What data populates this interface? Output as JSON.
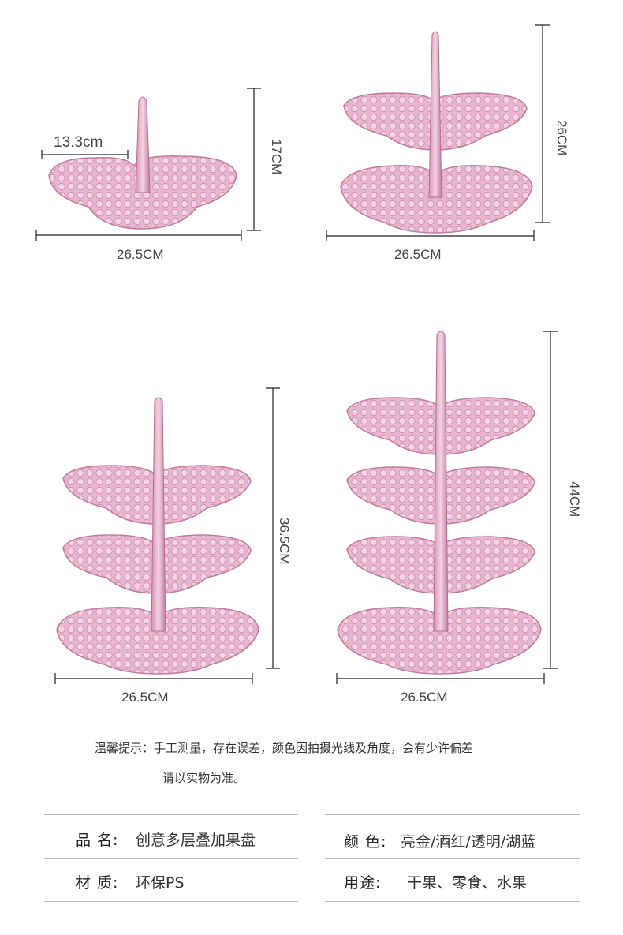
{
  "figures": {
    "fig1": {
      "width_label": "26.5CM",
      "height_label": "17CM",
      "radius_label": "13.3cm"
    },
    "fig2": {
      "width_label": "26.5CM",
      "height_label": "26CM"
    },
    "fig3": {
      "width_label": "26.5CM",
      "height_label": "36.5CM"
    },
    "fig4": {
      "width_label": "26.5CM",
      "height_label": "44CM"
    }
  },
  "note": {
    "line1": "温馨提示：手工测量，存在误差，颜色因拍摄光线及角度，会有少许偏差",
    "line2": "请以实物为准。"
  },
  "specs": {
    "name_label": "品 名:",
    "name_value": "创意多层叠加果盘",
    "color_label": "颜 色:",
    "color_value": "亮金/酒红/透明/湖蓝",
    "material_label": "材 质:",
    "material_value": "环保PS",
    "usage_label": "用途:",
    "usage_value": "干果、零食、水果"
  },
  "colors": {
    "glass": "#e2a9c6",
    "glass_dark": "#c47a9e",
    "line": "#222222"
  }
}
